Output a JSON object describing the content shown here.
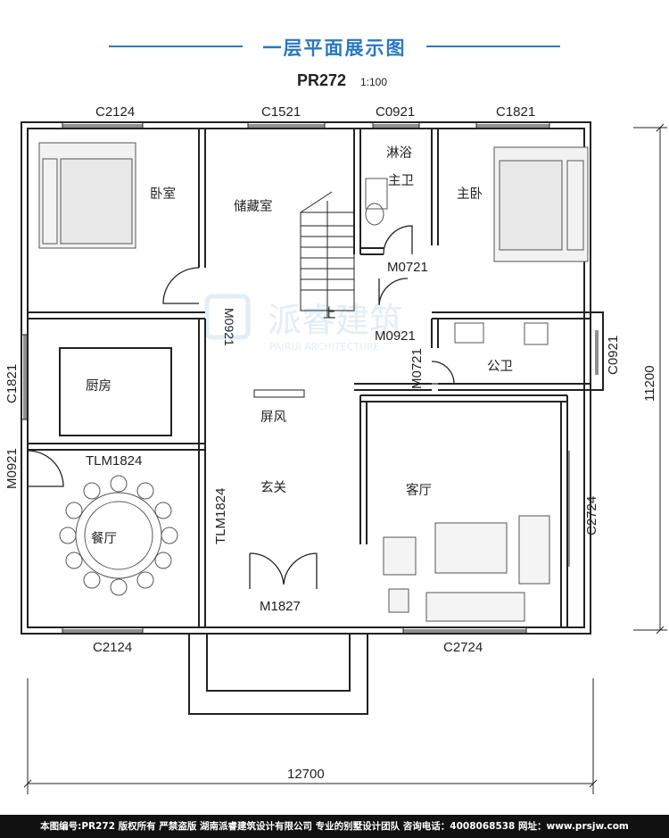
{
  "header": {
    "title": "一层平面展示图",
    "plan_code": "PR272",
    "scale": "1:100"
  },
  "rooms": {
    "bedroom": "卧室",
    "storage": "储藏室",
    "shower": "淋浴",
    "master_bath": "主卫",
    "master_bedroom": "主卧",
    "kitchen": "厨房",
    "public_bath": "公卫",
    "screen": "屏风",
    "foyer": "玄关",
    "living_room": "客厅",
    "dining_room": "餐厅",
    "stair_up": "上"
  },
  "windows": {
    "top_bedroom": "C2124",
    "top_storage": "C1521",
    "top_bath": "C0921",
    "top_master": "C1821",
    "left_kitchen": "C1821",
    "right_public_bath": "C0921",
    "right_living": "C2724",
    "bottom_dining": "C2124",
    "bottom_living": "C2724"
  },
  "doors": {
    "storage": "M0921",
    "master_bath": "M0721",
    "hall": "M0921",
    "public_bath": "M0721",
    "dining_side": "M0921",
    "kitchen_slide": "TLM1824",
    "dining_slide": "TLM1824",
    "entrance": "M1827"
  },
  "dimensions": {
    "width": "12700",
    "depth": "11200"
  },
  "watermark": {
    "brand": "派睿建筑",
    "sub": "PAIRUI ARCHITECTURE"
  },
  "footer": "本图编号:PR272 版权所有 严禁盗版 湖南派睿建筑设计有限公司 专业的别墅设计团队 咨询电话：4008068538 网址：www.prsjw.com",
  "colors": {
    "title": "#2a78c2",
    "wall": "#222222",
    "footer_bg": "#111111"
  }
}
